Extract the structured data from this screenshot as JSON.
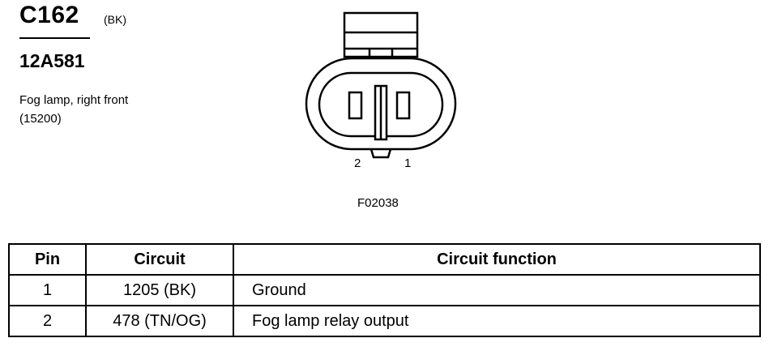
{
  "connector": {
    "id": "C162",
    "color": "(BK)",
    "part_number": "12A581",
    "description_line1": "Fog lamp, right front",
    "description_line2": "(15200)"
  },
  "figure": {
    "pin_left_label": "2",
    "pin_right_label": "1",
    "code": "F02038"
  },
  "table": {
    "headers": [
      "Pin",
      "Circuit",
      "Circuit function"
    ],
    "rows": [
      {
        "pin": "1",
        "circuit": "1205 (BK)",
        "function": "Ground"
      },
      {
        "pin": "2",
        "circuit": "478 (TN/OG)",
        "function": "Fog lamp relay output"
      }
    ]
  }
}
